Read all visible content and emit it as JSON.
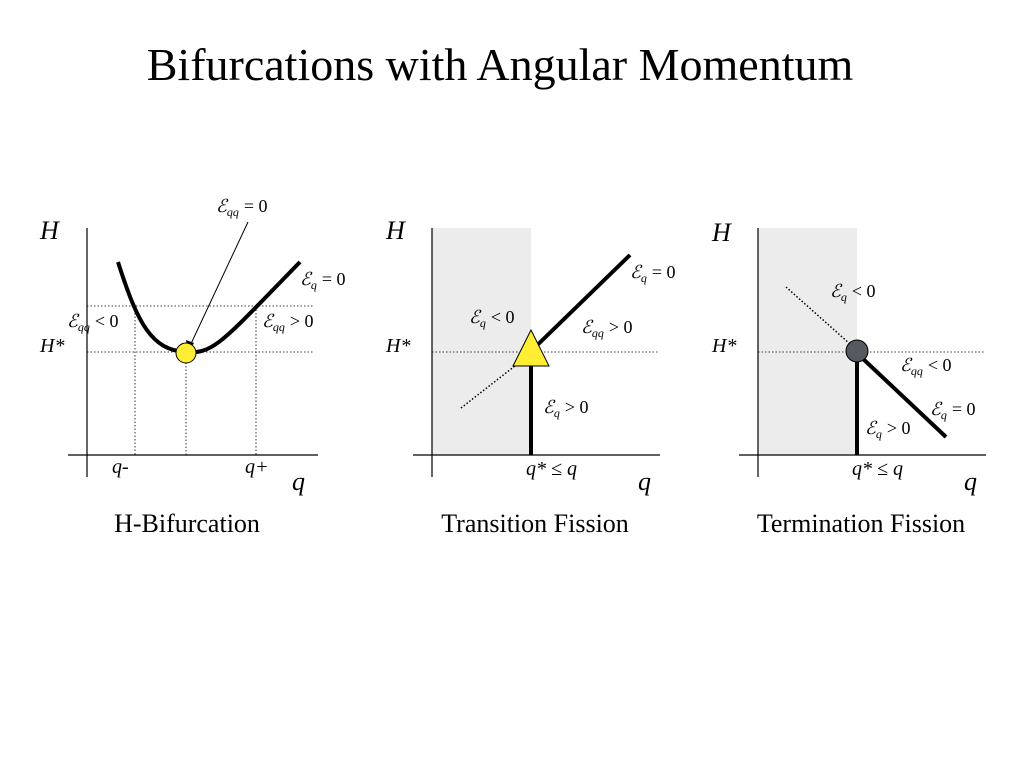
{
  "title": "Bifurcations with Angular Momentum",
  "symbols": {
    "calE": "ℰ"
  },
  "panels": [
    {
      "caption": "H-Bifurcation",
      "y_axis_label": "H",
      "x_axis_label": "q",
      "h_star_label": "H*",
      "q_minus_label": "q-",
      "q_plus_label": "q+",
      "ann_top": {
        "sub": "qq",
        "rel": "= 0"
      },
      "ann_right": {
        "sub": "q",
        "rel": "= 0"
      },
      "ann_left": {
        "sub": "qq",
        "rel": "< 0"
      },
      "ann_mid_right": {
        "sub": "qq",
        "rel": "> 0"
      },
      "marker": {
        "shape": "circle",
        "color": "#ffee33"
      }
    },
    {
      "caption": "Transition Fission",
      "y_axis_label": "H",
      "x_axis_label": "q",
      "h_star_label": "H*",
      "q_condition_label": "q* ≤ q",
      "ann_top_right": {
        "sub": "q",
        "rel": "= 0"
      },
      "ann_left": {
        "sub": "q",
        "rel": "< 0"
      },
      "ann_mid_right": {
        "sub": "qq",
        "rel": "> 0"
      },
      "ann_bottom": {
        "sub": "q",
        "rel": "> 0"
      },
      "marker": {
        "shape": "triangle",
        "color": "#ffee33"
      }
    },
    {
      "caption": "Termination Fission",
      "y_axis_label": "H",
      "x_axis_label": "q",
      "h_star_label": "H*",
      "q_condition_label": "q* ≤ q",
      "ann_top": {
        "sub": "q",
        "rel": "< 0"
      },
      "ann_mid_right": {
        "sub": "qq",
        "rel": "< 0"
      },
      "ann_right": {
        "sub": "q",
        "rel": "= 0"
      },
      "ann_bottom": {
        "sub": "q",
        "rel": "> 0"
      },
      "marker": {
        "shape": "circle",
        "color": "#555a60"
      }
    }
  ],
  "colors": {
    "shade": "#ececec",
    "line": "#000000"
  }
}
